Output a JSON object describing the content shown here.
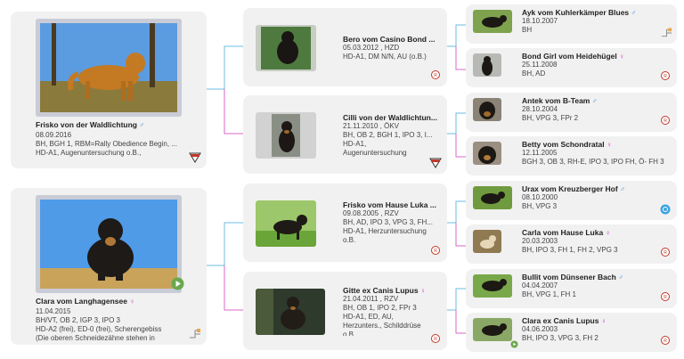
{
  "colors": {
    "male": "#3b8fd9",
    "female": "#d63fbd",
    "card": "#f1f1f1"
  },
  "gen1": [
    {
      "name": "Frisko von der Waldlichtung",
      "sex": "♂",
      "sex_type": "male",
      "lines": [
        "08.09.2016",
        "BH, BGH 1, RBM=Rally Obedience Begin, ...",
        "HD-A1, Augenuntersuchung o.B.,"
      ],
      "badge": "club-logo-icon"
    },
    {
      "name": "Clara vom Langhagensee",
      "sex": "♀",
      "sex_type": "female",
      "lines": [
        "11.04.2015",
        "BH/VT, OB 2, IGP 3, IPO 3",
        "HD-A2 (frei), ED-0 (frei), Scherengebiss",
        "(Die oberen Schneidezähne stehen in"
      ],
      "badge": "pedigree-icon"
    }
  ],
  "gen2": [
    {
      "name": "Bero vom Casino Bond ...",
      "sex": "",
      "sex_type": "male",
      "lines": [
        "05.03.2012 , HZD",
        "HD-A1, DM N/N, AU (o.B.)"
      ]
    },
    {
      "name": "Cilli von der Waldlichtun...",
      "sex": "",
      "sex_type": "female",
      "lines": [
        "21.11.2010 , ÖKV",
        "BH, OB 2, BGH 1, IPO 3, I...",
        "HD-A1,",
        "Augenuntersuchung"
      ]
    },
    {
      "name": "Frisko vom Hause Luka ...",
      "sex": "",
      "sex_type": "male",
      "lines": [
        "09.08.2005 , RZV",
        "BH, AD, IPO 3, VPG 3, FH...",
        "HD-A1, Herzuntersuchung",
        "o.B."
      ]
    },
    {
      "name": "Gitte ex Canis Lupus",
      "sex": "♀",
      "sex_type": "female",
      "lines": [
        "21.04.2011 , RZV",
        "BH, OB 1, IPO 2, FPr 3",
        "HD-A1, ED, AU,",
        "Herzunters., Schilddrüse",
        "o.B."
      ]
    }
  ],
  "gen3": [
    {
      "name": "Ayk vom Kuhlerkämper Blues",
      "sex": "♂",
      "sex_type": "male",
      "lines": [
        "18.10.2007",
        "BH"
      ]
    },
    {
      "name": "Bond Girl vom Heidehügel",
      "sex": "♀",
      "sex_type": "female",
      "lines": [
        "25.11.2008",
        "BH, AD"
      ]
    },
    {
      "name": "Antek vom B-Team",
      "sex": "♂",
      "sex_type": "male",
      "lines": [
        "28.10.2004",
        "BH, VPG 3, FPr 2"
      ]
    },
    {
      "name": "Betty vom Schondratal",
      "sex": "♀",
      "sex_type": "female",
      "lines": [
        "12.11.2005",
        "BGH 3, OB 3, RH-E, IPO 3, IPO FH, Ö- FH 3"
      ]
    },
    {
      "name": "Urax vom Kreuzberger Hof",
      "sex": "♂",
      "sex_type": "male",
      "lines": [
        "08.10.2000",
        "BH, VPG 3"
      ]
    },
    {
      "name": "Carla vom Hause Luka",
      "sex": "♀",
      "sex_type": "female",
      "lines": [
        "20.03.2003",
        "BH, IPO 3, FH 1, FH 2, VPG 3"
      ]
    },
    {
      "name": "Bullit vom Dünsener Bach",
      "sex": "♂",
      "sex_type": "male",
      "lines": [
        "04.04.2007",
        "BH, VPG 1, FH 1"
      ]
    },
    {
      "name": "Clara ex Canis Lupus",
      "sex": "♀",
      "sex_type": "female",
      "lines": [
        "04.06.2003",
        "BH, IPO 3, VPG 3, FH 2"
      ]
    }
  ]
}
